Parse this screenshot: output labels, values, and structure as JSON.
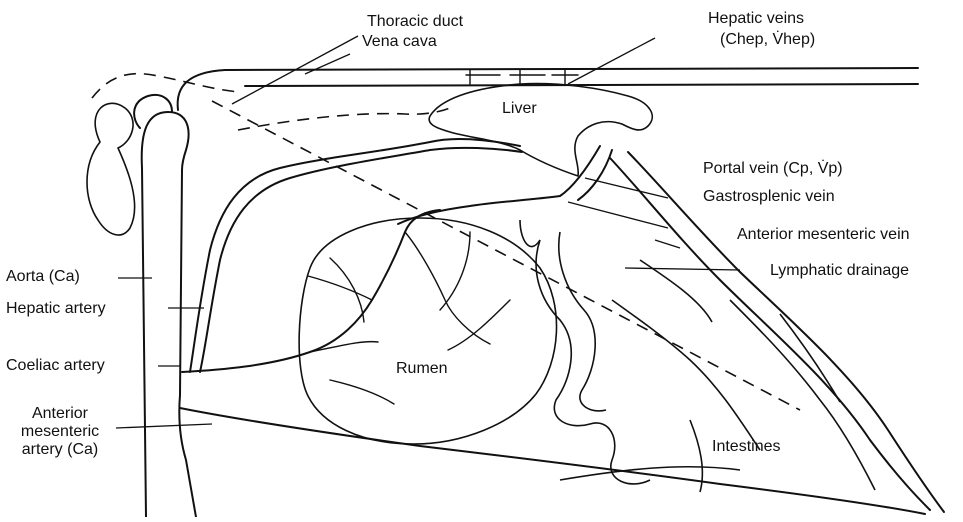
{
  "labels": {
    "thoracic_duct": "Thoracic duct",
    "vena_cava": "Vena cava",
    "hepatic_veins": "Hepatic veins",
    "hepatic_veins_sub": "(Chep, V̇hep)",
    "liver": "Liver",
    "portal_vein": "Portal vein (Cp, V̇p)",
    "gastrosplenic_vein": "Gastrosplenic vein",
    "anterior_mesenteric_vein": "Anterior mesenteric vein",
    "lymphatic_drainage": "Lymphatic drainage",
    "aorta": "Aorta (Ca)",
    "hepatic_artery": "Hepatic artery",
    "coeliac_artery": "Coeliac artery",
    "anterior_line1": "Anterior",
    "anterior_line2": "mesenteric",
    "anterior_line3": "artery (Ca)",
    "rumen": "Rumen",
    "intestines": "Intestines"
  },
  "colors": {
    "ink": "#111111",
    "background": "#ffffff"
  }
}
